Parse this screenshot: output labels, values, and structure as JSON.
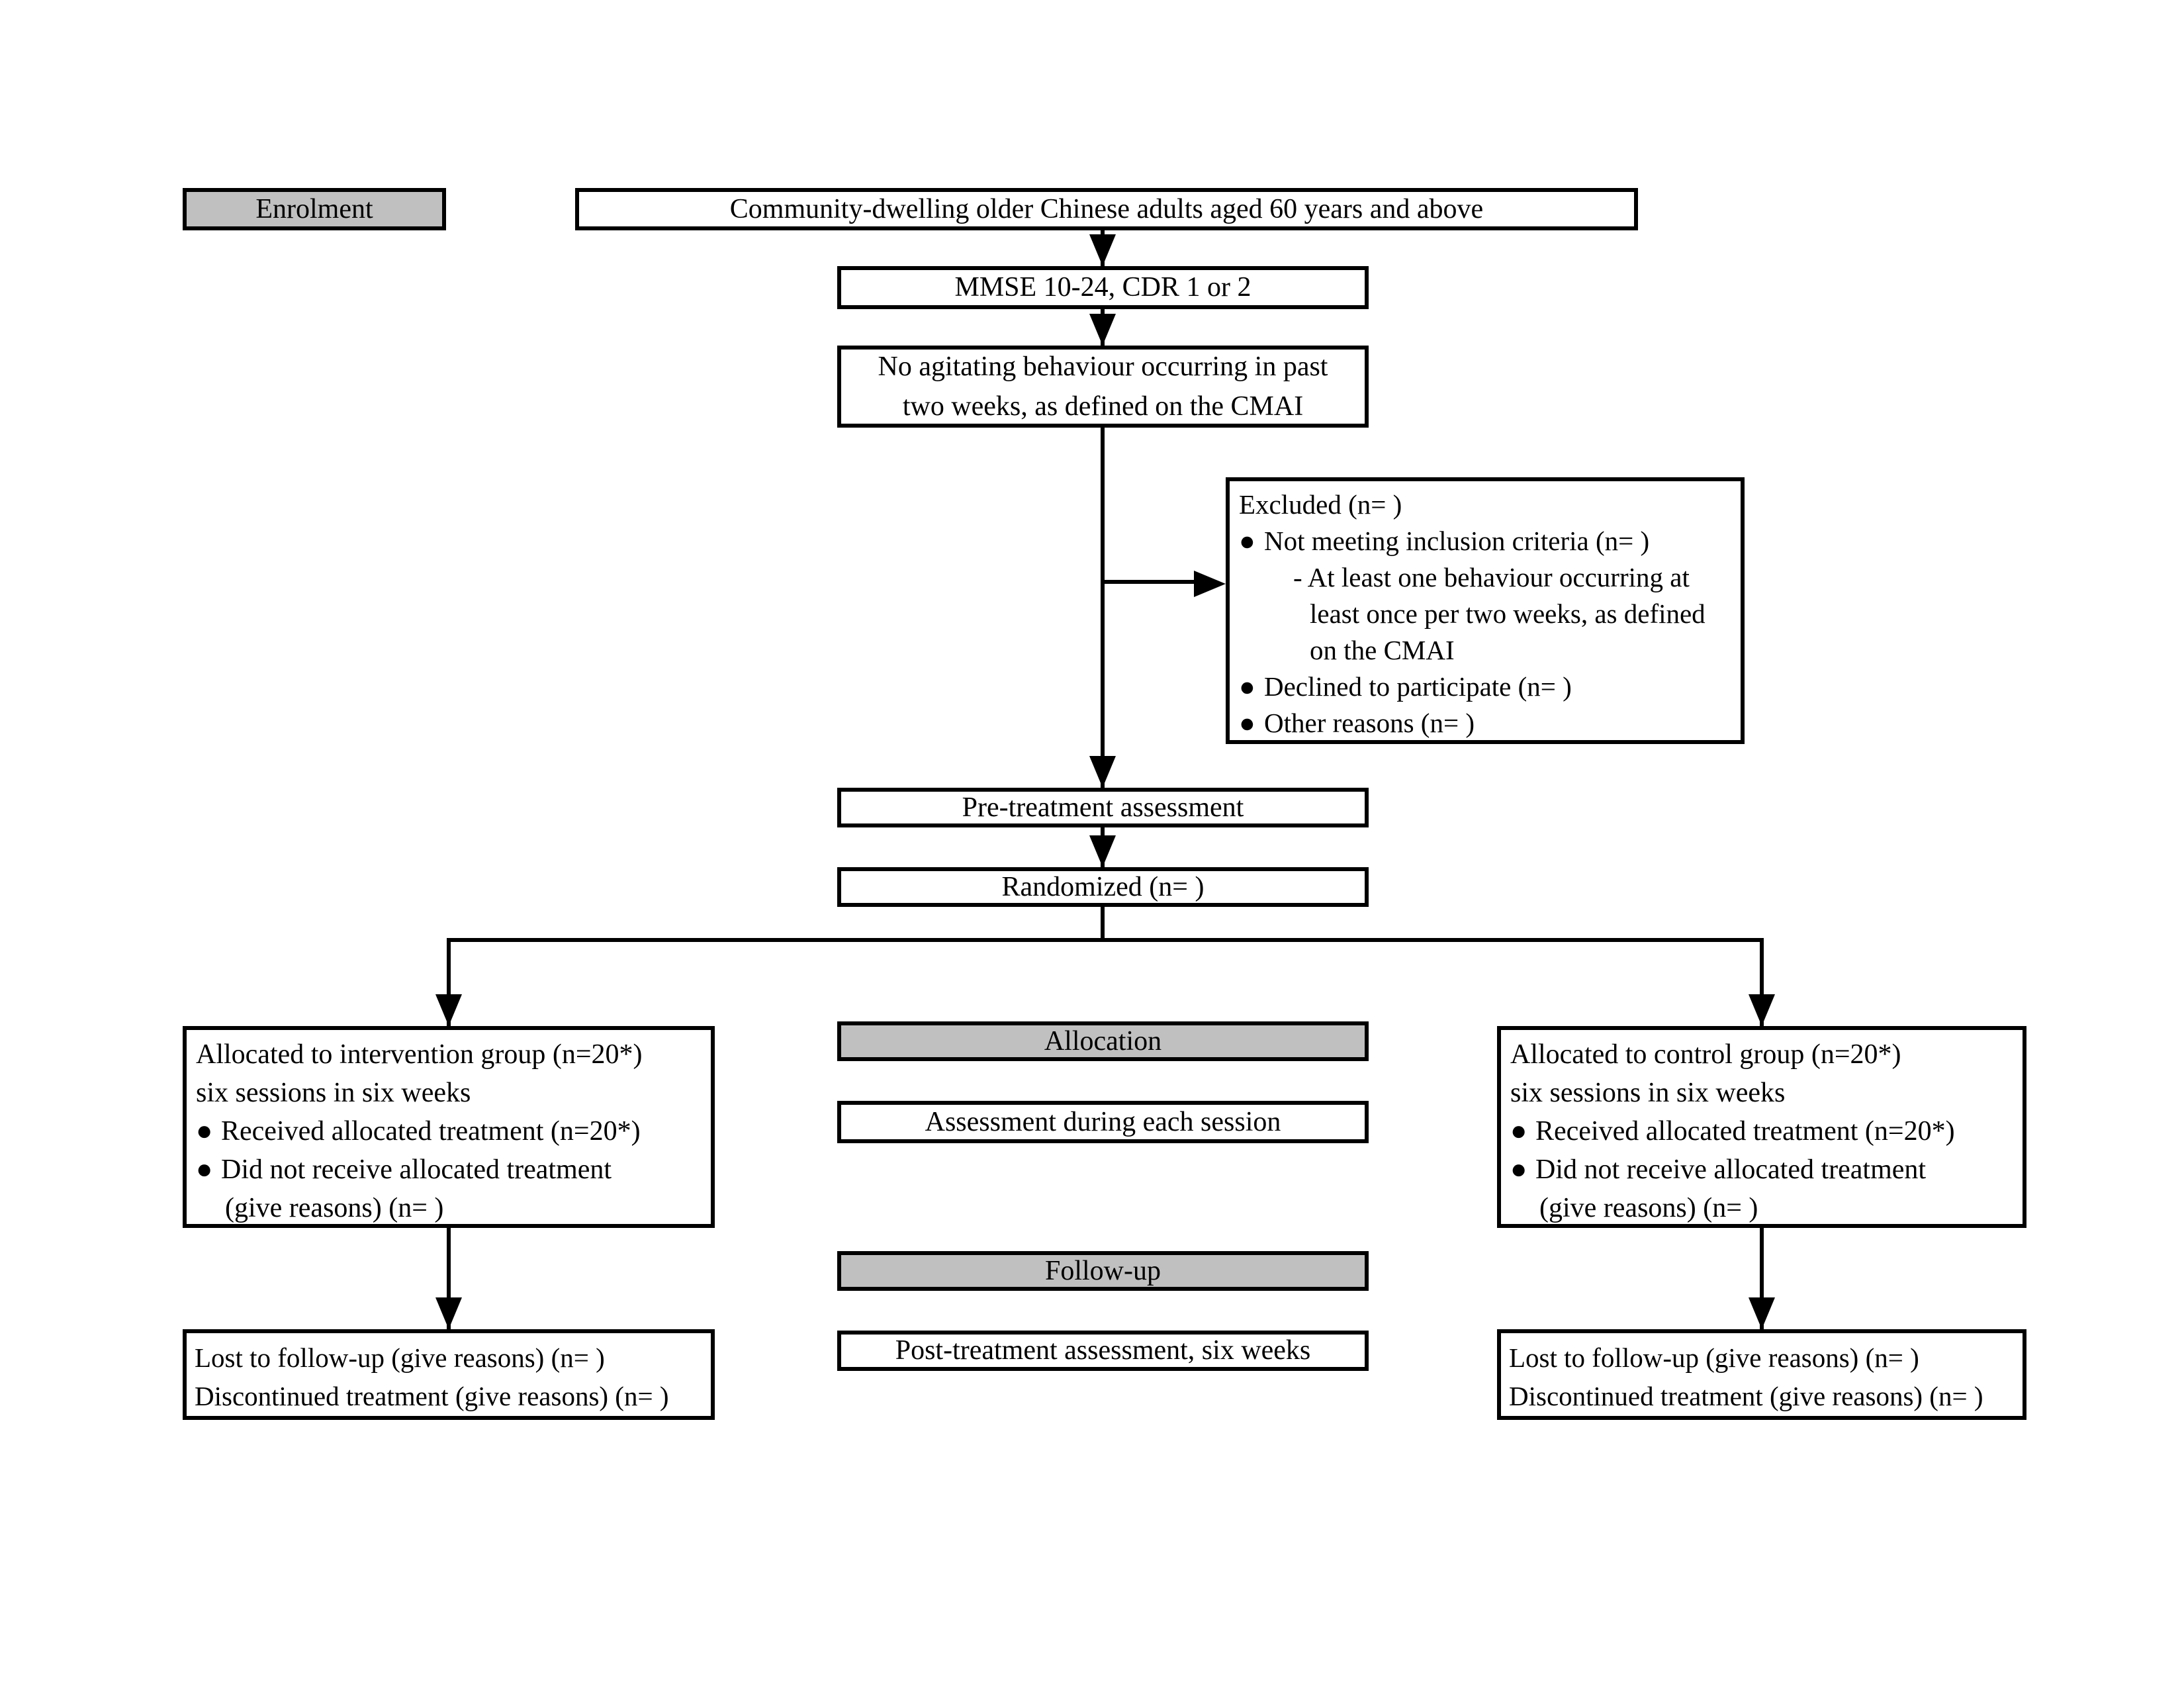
{
  "colors": {
    "header_fill": "#c0c0c0",
    "line": "#000000",
    "background": "#ffffff"
  },
  "glyphs": {
    "bullet": "●"
  },
  "diagram": {
    "enrolment": {
      "label": "Enrolment"
    },
    "population": {
      "label": "Community-dwelling older Chinese adults aged 60 years and above"
    },
    "screening_mmse": {
      "label": "MMSE 10-24, CDR 1 or 2"
    },
    "screening_agitation": {
      "line1": "No agitating behaviour occurring in past",
      "line2": "two weeks, as defined on the CMAI"
    },
    "excluded": {
      "title": "Excluded (n= )",
      "item1": "Not meeting inclusion criteria (n= )",
      "item1_sub1": "- At least one behaviour occurring at",
      "item1_sub2": "least once per two weeks, as defined",
      "item1_sub3": "on the CMAI",
      "item2": "Declined to participate (n= )",
      "item3": "Other reasons (n= )"
    },
    "pretreatment": {
      "label": "Pre-treatment assessment"
    },
    "randomized": {
      "label": "Randomized (n= )"
    },
    "intervention": {
      "line1": "Allocated to intervention group (n=20*)",
      "line2": "six sessions in six weeks",
      "item1": "Received allocated treatment (n=20*)",
      "item2": "Did not receive allocated treatment",
      "item2_sub": "(give reasons) (n= )"
    },
    "allocation_header": {
      "label": "Allocation"
    },
    "session_assessment": {
      "label": "Assessment during each session"
    },
    "control": {
      "line1": "Allocated to control group (n=20*)",
      "line2": "six sessions in six weeks",
      "item1": "Received allocated treatment (n=20*)",
      "item2": "Did not receive allocated treatment",
      "item2_sub": "(give reasons) (n= )"
    },
    "followup_header": {
      "label": "Follow-up"
    },
    "posttreatment": {
      "label": "Post-treatment assessment, six weeks"
    },
    "intervention_followup": {
      "line1": "Lost to follow-up (give reasons) (n= )",
      "line2": "Discontinued treatment (give reasons) (n= )"
    },
    "control_followup": {
      "line1": "Lost to follow-up (give reasons) (n= )",
      "line2": "Discontinued treatment (give reasons) (n= )"
    }
  }
}
